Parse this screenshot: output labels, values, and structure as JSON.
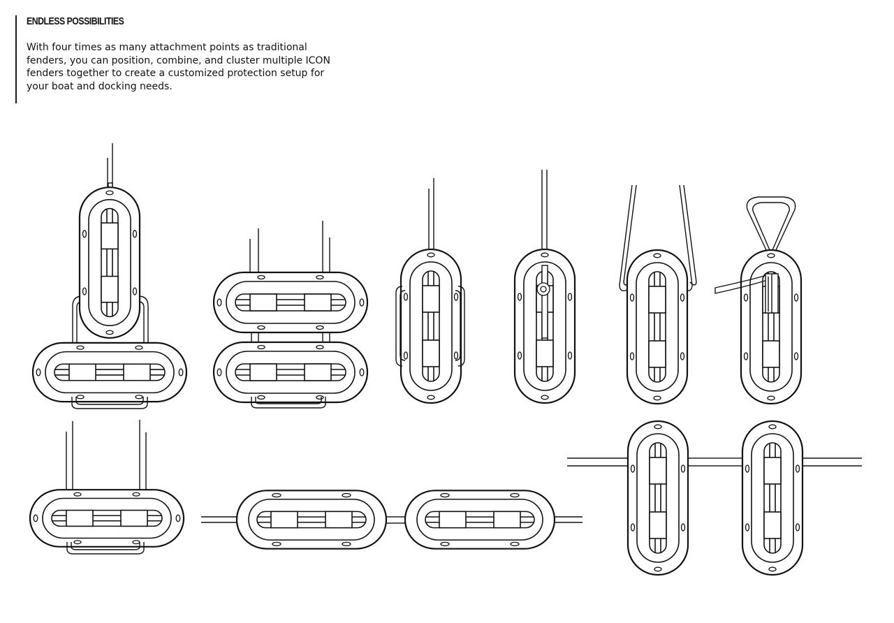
{
  "section": {
    "title": "ENDLESS POSSIBILITIES",
    "description": "With four times as many attachment points as traditional fenders, you can position, combine, and cluster multiple ICON fenders together to create a customized protection setup for your boat and docking needs."
  },
  "illustrations": [
    {
      "name": "vertical-over-horizontal-configuration"
    },
    {
      "name": "stacked-horizontal-pair-configuration"
    },
    {
      "name": "vertical-side-handles-configuration"
    },
    {
      "name": "vertical-center-rope-configuration"
    },
    {
      "name": "vertical-two-line-configuration"
    },
    {
      "name": "vertical-handle-loop-configuration"
    },
    {
      "name": "horizontal-two-line-configuration"
    },
    {
      "name": "horizontal-chain-configuration"
    },
    {
      "name": "vertical-chain-configuration"
    }
  ],
  "colors": {
    "line": "#111111",
    "fill": "#ffffff",
    "background": "#ffffff"
  }
}
